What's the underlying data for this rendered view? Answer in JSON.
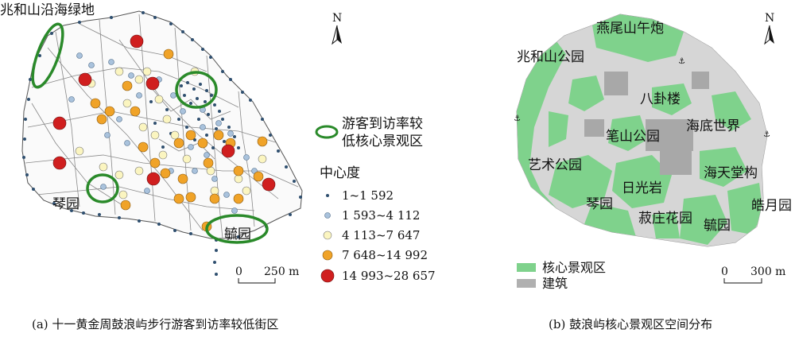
{
  "panel_a": {
    "caption": "(a) 十一黄金周鼓浪屿步行游客到访率较低街区",
    "labels": {
      "zhaoheshan_green": "兆和山沿海绿地",
      "qinyuan": "琴园",
      "yuyuan": "毓园"
    },
    "north": "N",
    "legend": {
      "low_visit_label_line1": "游客到访率较",
      "low_visit_label_line2": "低核心景观区",
      "centrality_title": "中心度",
      "classes": [
        {
          "range": "1~1 592",
          "color": "#2f4f6f"
        },
        {
          "range": "1 593~4 112",
          "color": "#a9c2dc"
        },
        {
          "range": "4 113~7 647",
          "color": "#fbf5c0"
        },
        {
          "range": "7 648~14 992",
          "color": "#f0a328"
        },
        {
          "range": "14 993~28 657",
          "color": "#d01f1f"
        }
      ]
    },
    "scalebar": {
      "zero": "0",
      "value": "250 m"
    }
  },
  "panel_b": {
    "caption": "(b) 鼓浪屿核心景观区空间分布",
    "north": "N",
    "labels": [
      "燕尾山午炮",
      "兆和山公园",
      "八卦楼",
      "笔山公园",
      "海底世界",
      "艺术公园",
      "日光岩",
      "海天堂构",
      "琴园",
      "菽庄花园",
      "毓园",
      "皓月园"
    ],
    "legend": {
      "landscape": "核心景观区",
      "building": "建筑",
      "landscape_color": "#7fd28c",
      "building_color": "#b0b0b0"
    },
    "scalebar": {
      "zero": "0",
      "value": "300 m"
    }
  },
  "colors": {
    "low_visit_ring": "#2a8a2a"
  }
}
